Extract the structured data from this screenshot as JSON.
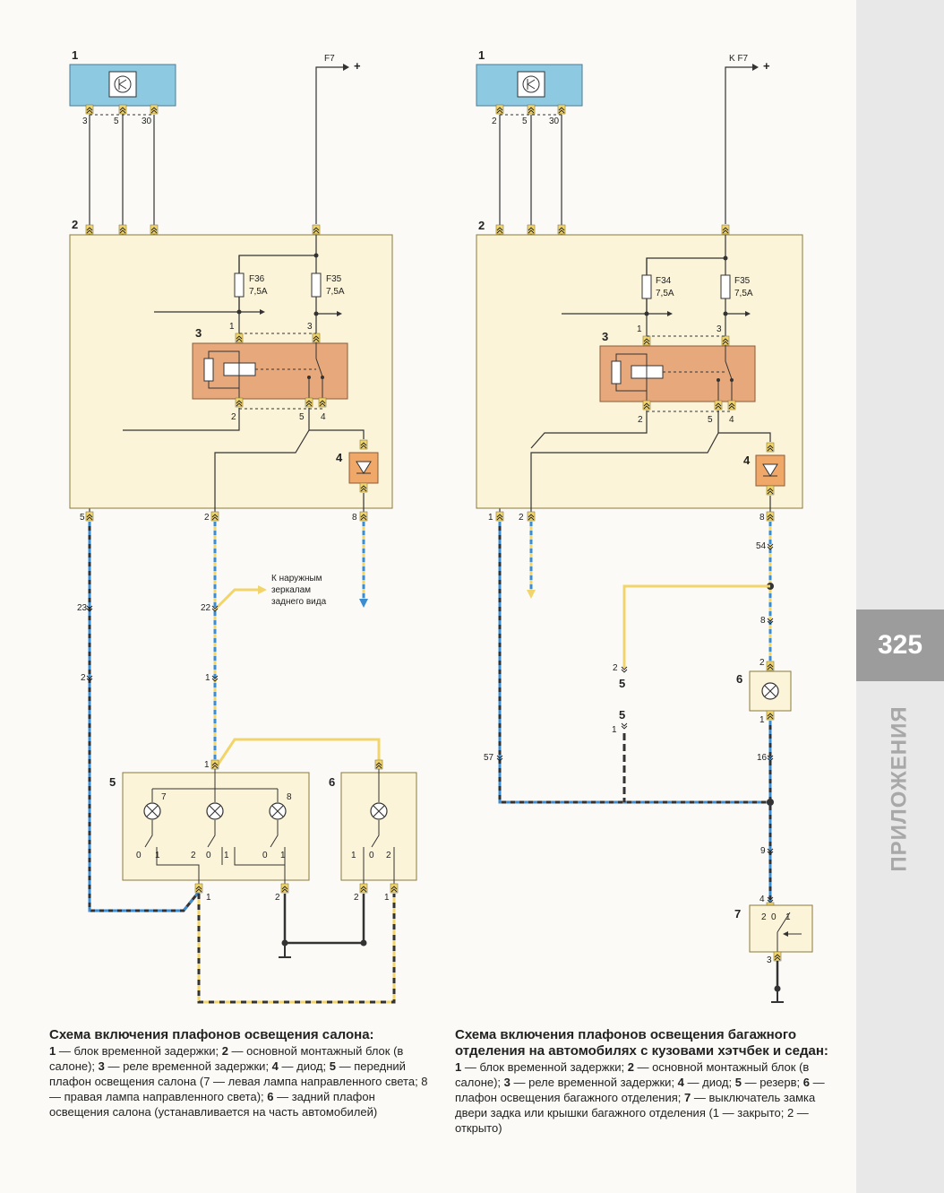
{
  "page": {
    "number": "325",
    "section": "ПРИЛОЖЕНИЯ"
  },
  "left_diagram": {
    "block1": {
      "num": "1",
      "pins": [
        "3",
        "5",
        "30"
      ]
    },
    "supply": "F7",
    "plus": "+",
    "block2": {
      "num": "2"
    },
    "fuse_a": {
      "name": "F36",
      "rating": "7,5A"
    },
    "fuse_b": {
      "name": "F35",
      "rating": "7,5A"
    },
    "relay": {
      "num": "3",
      "pins_top": [
        "1",
        "3"
      ],
      "pins_bottom": [
        "2",
        "5",
        "4"
      ]
    },
    "diode": {
      "num": "4"
    },
    "out_pins": [
      "5",
      "2",
      "8"
    ],
    "mirror_note": [
      "К наружным",
      "зеркалам",
      "заднего вида"
    ],
    "conn": {
      "c23": "23",
      "c22": "22",
      "c2": "2",
      "c1": "1"
    },
    "lamp5": {
      "num": "5",
      "pin_top": "1",
      "lamp_left": "7",
      "lamp_right": "8",
      "pins_bottom": [
        "1",
        "2"
      ],
      "sw": [
        "0",
        "1",
        "2",
        "0",
        "1",
        "0",
        "1"
      ]
    },
    "lamp6": {
      "num": "6",
      "pins_bottom": [
        "2",
        "1"
      ],
      "sw": [
        "1",
        "0",
        "2"
      ]
    }
  },
  "right_diagram": {
    "block1": {
      "num": "1",
      "pins": [
        "2",
        "5",
        "30"
      ]
    },
    "supply": "K F7",
    "plus": "+",
    "block2": {
      "num": "2"
    },
    "fuse_a": {
      "name": "F34",
      "rating": "7,5A"
    },
    "fuse_b": {
      "name": "F35",
      "rating": "7,5A"
    },
    "relay": {
      "num": "3",
      "pins_top": [
        "1",
        "3"
      ],
      "pins_bottom": [
        "2",
        "5",
        "4"
      ]
    },
    "diode": {
      "num": "4"
    },
    "out_pins": [
      "1",
      "2",
      "8"
    ],
    "conn": {
      "c54": "54",
      "c8": "8",
      "c57": "57",
      "c16": "16",
      "c9": "9",
      "c4": "4",
      "c2": "2",
      "c1": "1"
    },
    "reserve": {
      "num": "5",
      "pin_a": "2",
      "pin_b": "1"
    },
    "lamp6": {
      "num": "6",
      "pin_top": "2",
      "pin_bottom": "1"
    },
    "switch7": {
      "num": "7",
      "pins": [
        "2",
        "0",
        "1"
      ],
      "pin_bottom": "3"
    }
  },
  "captions": {
    "left": {
      "title": "Схема включения плафонов освещения салона:",
      "n1": "1",
      "t1": " — блок временной задержки; ",
      "n2": "2",
      "t2": " — основной монтажный блок (в салоне); ",
      "n3": "3",
      "t3": " — реле временной задержки; ",
      "n4": "4",
      "t4": " — диод; ",
      "n5": "5",
      "t5": " — передний плафон освещения салона (7 — левая лампа направленного света; 8 — правая лампа направленного света); ",
      "n6": "6",
      "t6": " — задний плафон освещения салона (устанавливается на часть автомобилей)"
    },
    "right": {
      "title": "Схема включения плафонов освещения багажного отделения на автомобилях с кузовами хэтчбек и седан: ",
      "n1": "1",
      "t1": " — блок временной задержки; ",
      "n2": "2",
      "t2": " — основной монтажный блок (в салоне); ",
      "n3": "3",
      "t3": " — реле временной задержки; ",
      "n4": "4",
      "t4": " — диод; ",
      "n5": "5",
      "t5": " — резерв; ",
      "n6": "6",
      "t6": " — плафон освещения багажного отделения; ",
      "n7": "7",
      "t7": " — выключатель замка двери задка или крышки багажного отделения (1 — закрыто; 2 — открыто)"
    }
  },
  "colors": {
    "blue_block": "#8ec9e2",
    "panel": "#fbf4d8",
    "relay": "#e7a97c",
    "diode": "#f0a868",
    "wire_blue": "#3d8cd0",
    "wire_yellow": "#f2d56a",
    "wire_black": "#333333"
  }
}
